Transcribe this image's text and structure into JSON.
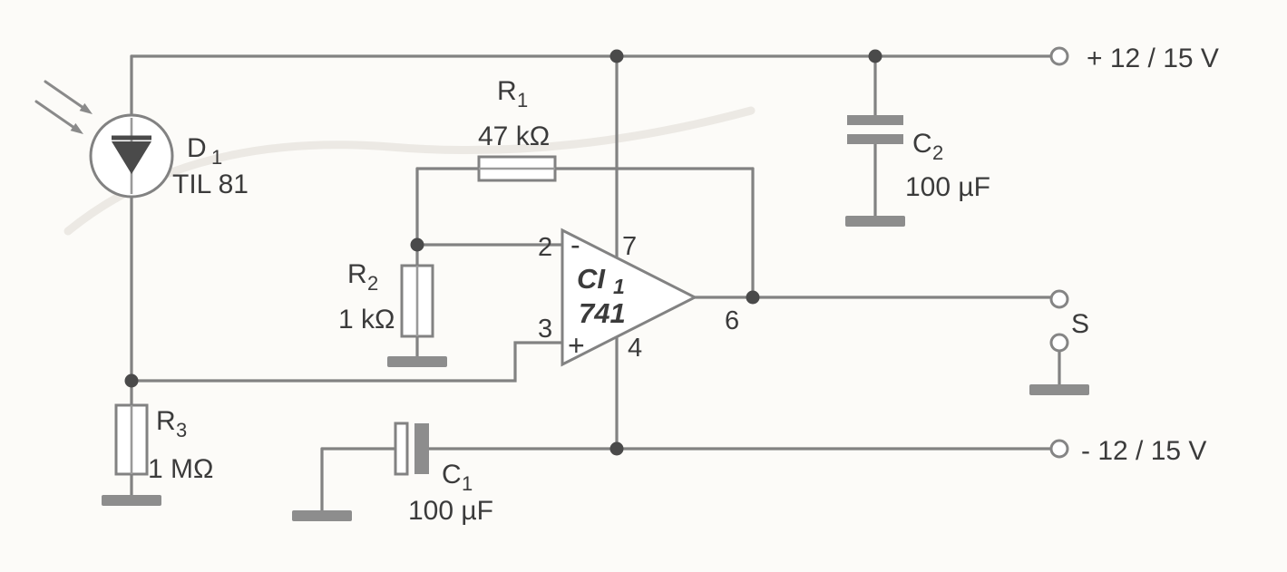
{
  "diagram": {
    "type": "schematic",
    "description": "Light detector circuit built around a 741 op-amp with TIL 81 photo sensor"
  },
  "colors": {
    "wire": "#828282",
    "component_text": "#3b3b3b",
    "ic_label": "#8b2222"
  },
  "rails": {
    "positive_label": "+ 12 / 15 V",
    "negative_label": "- 12 / 15 V"
  },
  "output": {
    "terminal_label": "S"
  },
  "opamp": {
    "name": "CI",
    "name_sub": "1",
    "part": "741",
    "pins": {
      "inverting": "2",
      "noninverting": "3",
      "v_minus": "4",
      "output": "6",
      "v_plus": "7"
    },
    "signs": {
      "inverting": "-",
      "noninverting": "+"
    }
  },
  "components": {
    "d1": {
      "ref": "D",
      "sub": "1",
      "value": "TIL 81"
    },
    "r1": {
      "ref": "R",
      "sub": "1",
      "value": "47 kΩ"
    },
    "r2": {
      "ref": "R",
      "sub": "2",
      "value": "1 kΩ"
    },
    "r3": {
      "ref": "R",
      "sub": "3",
      "value": "1 MΩ"
    },
    "c1": {
      "ref": "C",
      "sub": "1",
      "value": "100 µF"
    },
    "c2": {
      "ref": "C",
      "sub": "2",
      "value": "100 µF"
    }
  }
}
